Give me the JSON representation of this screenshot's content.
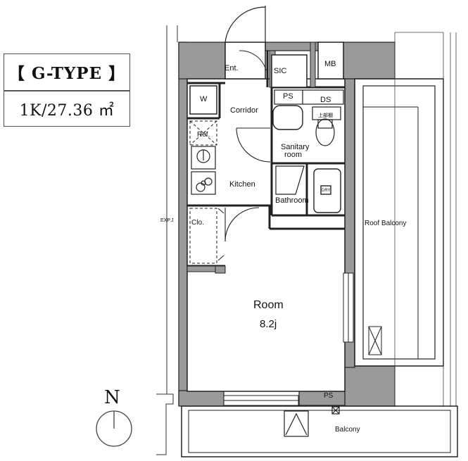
{
  "unit_type": {
    "title": "【 G-TYPE 】",
    "spec": "1K/27.36 ㎡"
  },
  "compass": {
    "north_label": "N"
  },
  "rooms": {
    "entrance": "Ent.",
    "sic": "SIC",
    "mb": "MB",
    "washer": "W",
    "corridor": "Corridor",
    "ps_upper": "PS",
    "ds": "DS",
    "refrigerator": "Ref.",
    "sanitary_line1": "Sanitary",
    "sanitary_line2": "room",
    "kitchen": "Kitchen",
    "bathroom": "Bathroom",
    "closet": "Clo.",
    "room_name": "Room",
    "room_size": "8.2j",
    "ps_lower": "PS",
    "balcony": "Balcony",
    "roof_balcony": "Roof Balcony",
    "exp_joint": "EXP.J",
    "upper_heater": "上部棚",
    "dryer": "DRY"
  }
}
